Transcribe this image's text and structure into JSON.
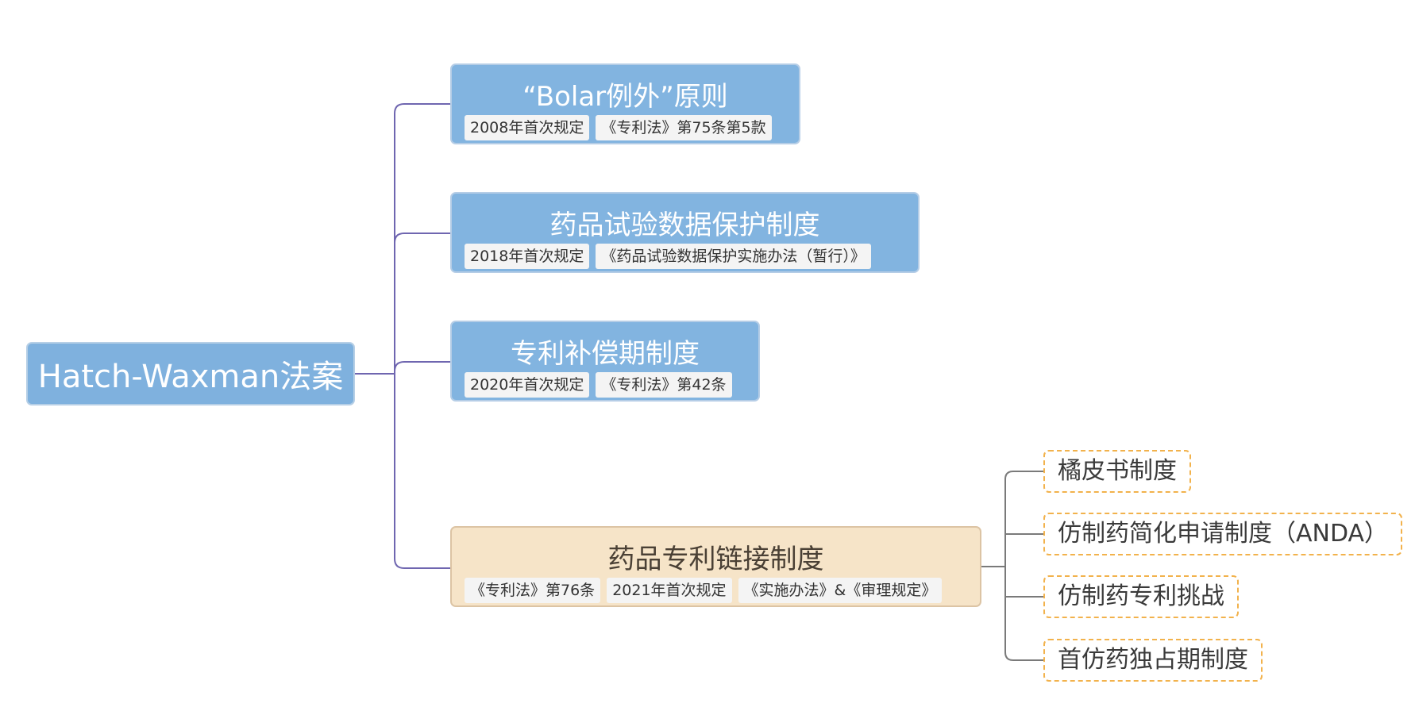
{
  "root": {
    "label": "Hatch-Waxman法案"
  },
  "branches": [
    {
      "title": "“Bolar例外”原则",
      "tags": [
        "2008年首次规定",
        "《专利法》第75条第5款"
      ]
    },
    {
      "title": "药品试验数据保护制度",
      "tags": [
        "2018年首次规定",
        "《药品试验数据保护实施办法（暂行）》"
      ]
    },
    {
      "title": "专利补偿期制度",
      "tags": [
        "2020年首次规定",
        "《专利法》第42条"
      ]
    },
    {
      "title": "药品专利链接制度",
      "tags": [
        "《专利法》第76条",
        "2021年首次规定",
        "《实施办法》&《审理规定》"
      ]
    }
  ],
  "leaves": [
    "橘皮书制度",
    "仿制药简化申请制度（ANDA）",
    "仿制药专利挑战",
    "首仿药独占期制度"
  ],
  "colors": {
    "root_fill": "#7fb1de",
    "branch_fill": "#82b4e0",
    "linked_fill": "#f6e4c8",
    "connector_purple": "#6f66b0",
    "connector_gray": "#7a7a7a",
    "leaf_border": "#f2b24c"
  }
}
